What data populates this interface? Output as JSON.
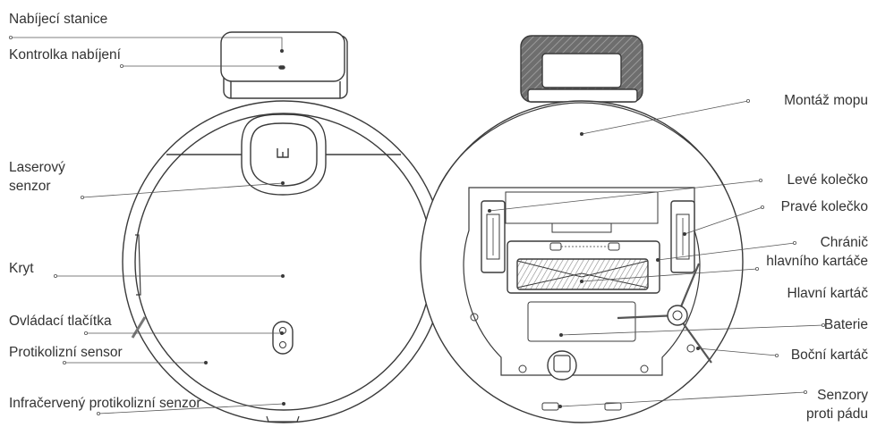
{
  "colors": {
    "line": "#3a3a3a",
    "leader": "#555555",
    "text": "#333333",
    "pad_dark": "#6e6e6e",
    "fill_light": "#ffffff"
  },
  "left_labels": {
    "charging_station": "Nabíjecí stanice",
    "charging_indicator": "Kontrolka nabíjení",
    "laser_sensor_line1": "Laserový",
    "laser_sensor_line2": "senzor",
    "cover": "Kryt",
    "control_buttons": "Ovládací tlačítka",
    "collision_sensor": "Protikolizní sensor",
    "ir_collision_sensor": "Infračervený protikolizní senzor"
  },
  "right_labels": {
    "mop_mount": "Montáž mopu",
    "left_wheel": "Levé kolečko",
    "right_wheel": "Pravé kolečko",
    "main_brush_guard_line1": "Chránič",
    "main_brush_guard_line2": "hlavního kartáče",
    "main_brush": "Hlavní kartáč",
    "battery": "Baterie",
    "side_brush": "Boční kartáč",
    "cliff_sensors_line1": "Senzory",
    "cliff_sensors_line2": "proti pádu"
  },
  "icons": {
    "brand_logo": "mi-logo-icon",
    "buttons": "power-and-home-buttons-icon"
  }
}
